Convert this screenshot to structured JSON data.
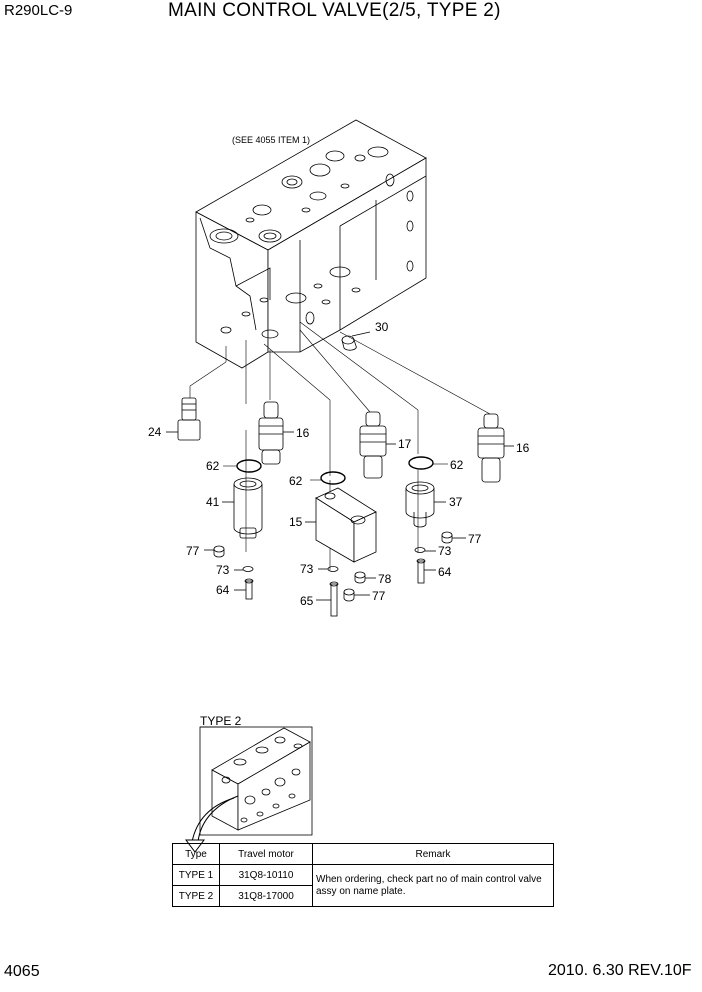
{
  "header": {
    "model": "R290LC-9",
    "title": "MAIN CONTROL VALVE(2/5, TYPE 2)"
  },
  "diagram": {
    "see_note": "(SEE 4055 ITEM 1)",
    "type2_label": "TYPE 2",
    "callouts": {
      "c30": "30",
      "c24": "24",
      "c16a": "16",
      "c17": "17",
      "c16b": "16",
      "c62a": "62",
      "c62b": "62",
      "c62c": "62",
      "c41": "41",
      "c15": "15",
      "c37": "37",
      "c77a": "77",
      "c73a": "73",
      "c64a": "64",
      "c73b": "73",
      "c78": "78",
      "c65": "65",
      "c77b": "77",
      "c73c": "73",
      "c77c": "77",
      "c64b": "64"
    }
  },
  "table": {
    "headers": {
      "type": "Type",
      "motor": "Travel motor",
      "remark": "Remark"
    },
    "rows": [
      {
        "type": "TYPE 1",
        "motor": "31Q8-10110"
      },
      {
        "type": "TYPE 2",
        "motor": "31Q8-17000"
      }
    ],
    "remark": "When ordering, check part no of main control valve assy on name plate."
  },
  "footer": {
    "page": "4065",
    "date_rev": "2010. 6.30  REV.10F"
  }
}
